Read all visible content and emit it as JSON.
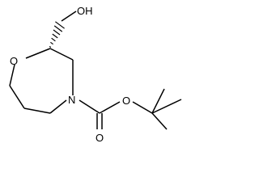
{
  "diagram": {
    "type": "skeletal-structure",
    "atoms": {
      "oh": "OH",
      "ring_o": "O",
      "ring_n": "N",
      "ester_o": "O",
      "carbonyl_o": "O"
    },
    "stereo_bond": "hashed-wedge",
    "colors": {
      "ink": "#000000",
      "background": "#ffffff"
    }
  }
}
